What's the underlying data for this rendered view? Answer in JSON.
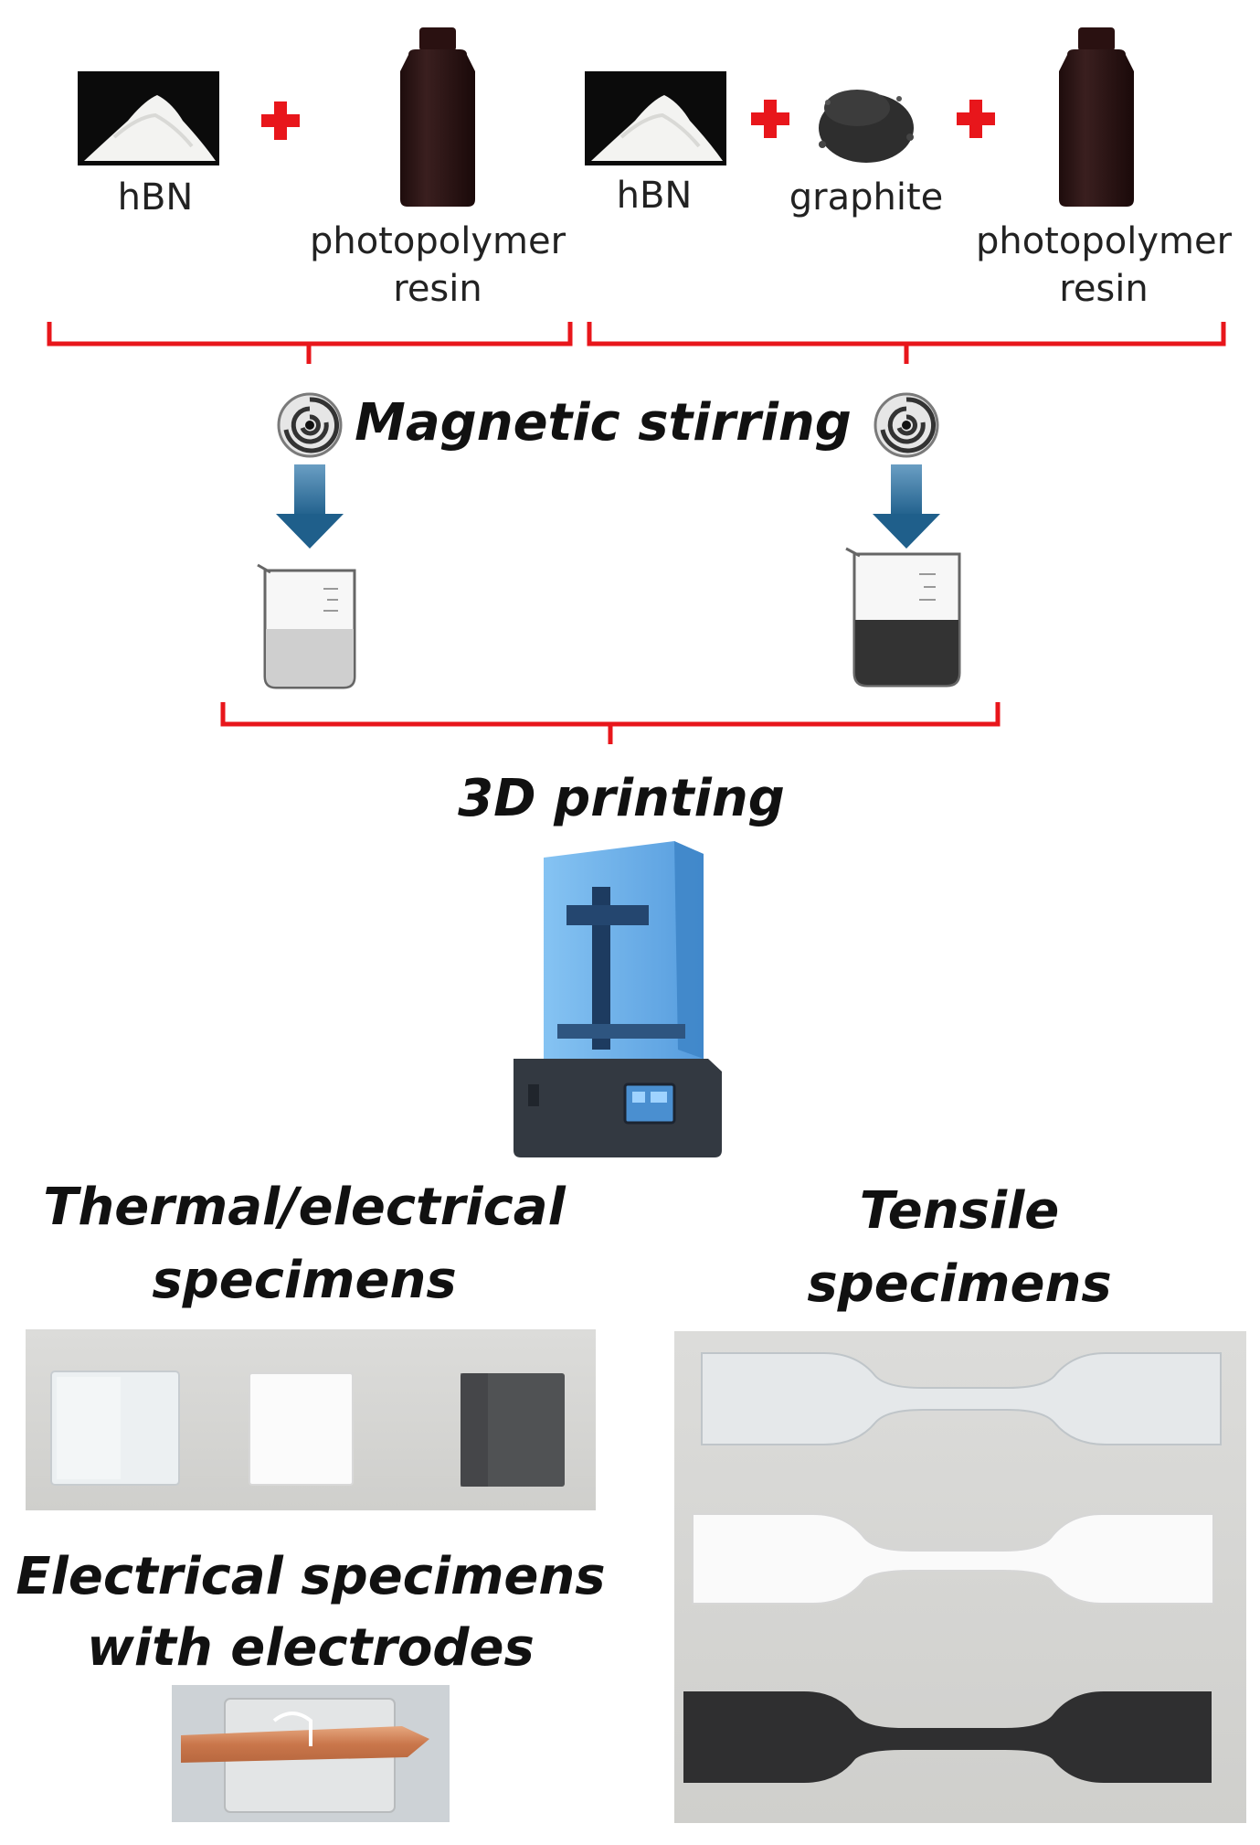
{
  "colors": {
    "bracket": "#e8161b",
    "plus": "#e8161b",
    "arrow": "#1f5f8b",
    "resin_bottle": "#2c1414",
    "hbn_mix": "#cfcfcf",
    "graphite_mix": "#333333",
    "printer_hood": "#5aa7e8"
  },
  "icons": [
    "powder-icon",
    "plus-icon",
    "bottle-icon",
    "graphite-powder-icon",
    "stirrer-icon",
    "down-arrow-icon",
    "beaker-icon",
    "printer-icon"
  ],
  "ingredients": {
    "left": {
      "hbn_label": "hBN",
      "resin_label_line1": "photopolymer",
      "resin_label_line2": "resin"
    },
    "right": {
      "hbn_label": "hBN",
      "graphite_label": "graphite",
      "resin_label_line1": "photopolymer",
      "resin_label_line2": "resin"
    }
  },
  "steps": {
    "stirring": "Magnetic stirring",
    "printing": "3D printing"
  },
  "outputs": {
    "thermal": {
      "line1": "Thermal/electrical",
      "line2": "specimens"
    },
    "tensile": {
      "line1": "Tensile",
      "line2": "specimens"
    },
    "electrodes": {
      "line1": "Electrical specimens",
      "line2": "with electrodes"
    }
  }
}
